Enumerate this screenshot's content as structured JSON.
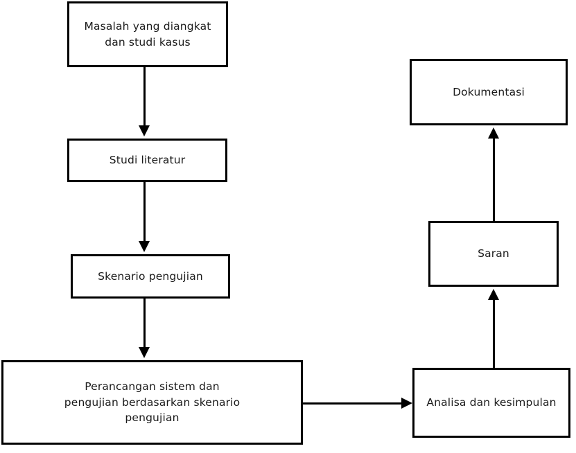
{
  "diagram": {
    "type": "flowchart",
    "orientation": "two-column, left column flows downward, right column flows upward",
    "nodes": [
      {
        "id": "masalah",
        "label": "Masalah yang diangkat\ndan studi kasus"
      },
      {
        "id": "studi",
        "label": "Studi literatur"
      },
      {
        "id": "skenario",
        "label": "Skenario pengujian"
      },
      {
        "id": "perancangan",
        "label": "Perancangan sistem dan\npengujian berdasarkan skenario\npengujian"
      },
      {
        "id": "analisa",
        "label": "Analisa dan kesimpulan"
      },
      {
        "id": "saran",
        "label": "Saran"
      },
      {
        "id": "dokumentasi",
        "label": "Dokumentasi"
      }
    ],
    "edges": [
      {
        "from": "masalah",
        "to": "studi",
        "direction": "down"
      },
      {
        "from": "studi",
        "to": "skenario",
        "direction": "down"
      },
      {
        "from": "skenario",
        "to": "perancangan",
        "direction": "down"
      },
      {
        "from": "perancangan",
        "to": "analisa",
        "direction": "right"
      },
      {
        "from": "analisa",
        "to": "saran",
        "direction": "up"
      },
      {
        "from": "saran",
        "to": "dokumentasi",
        "direction": "up"
      }
    ],
    "colors": {
      "background": "#ffffff",
      "border": "#000000",
      "text": "#1a1a1a",
      "connector": "#000000"
    }
  }
}
